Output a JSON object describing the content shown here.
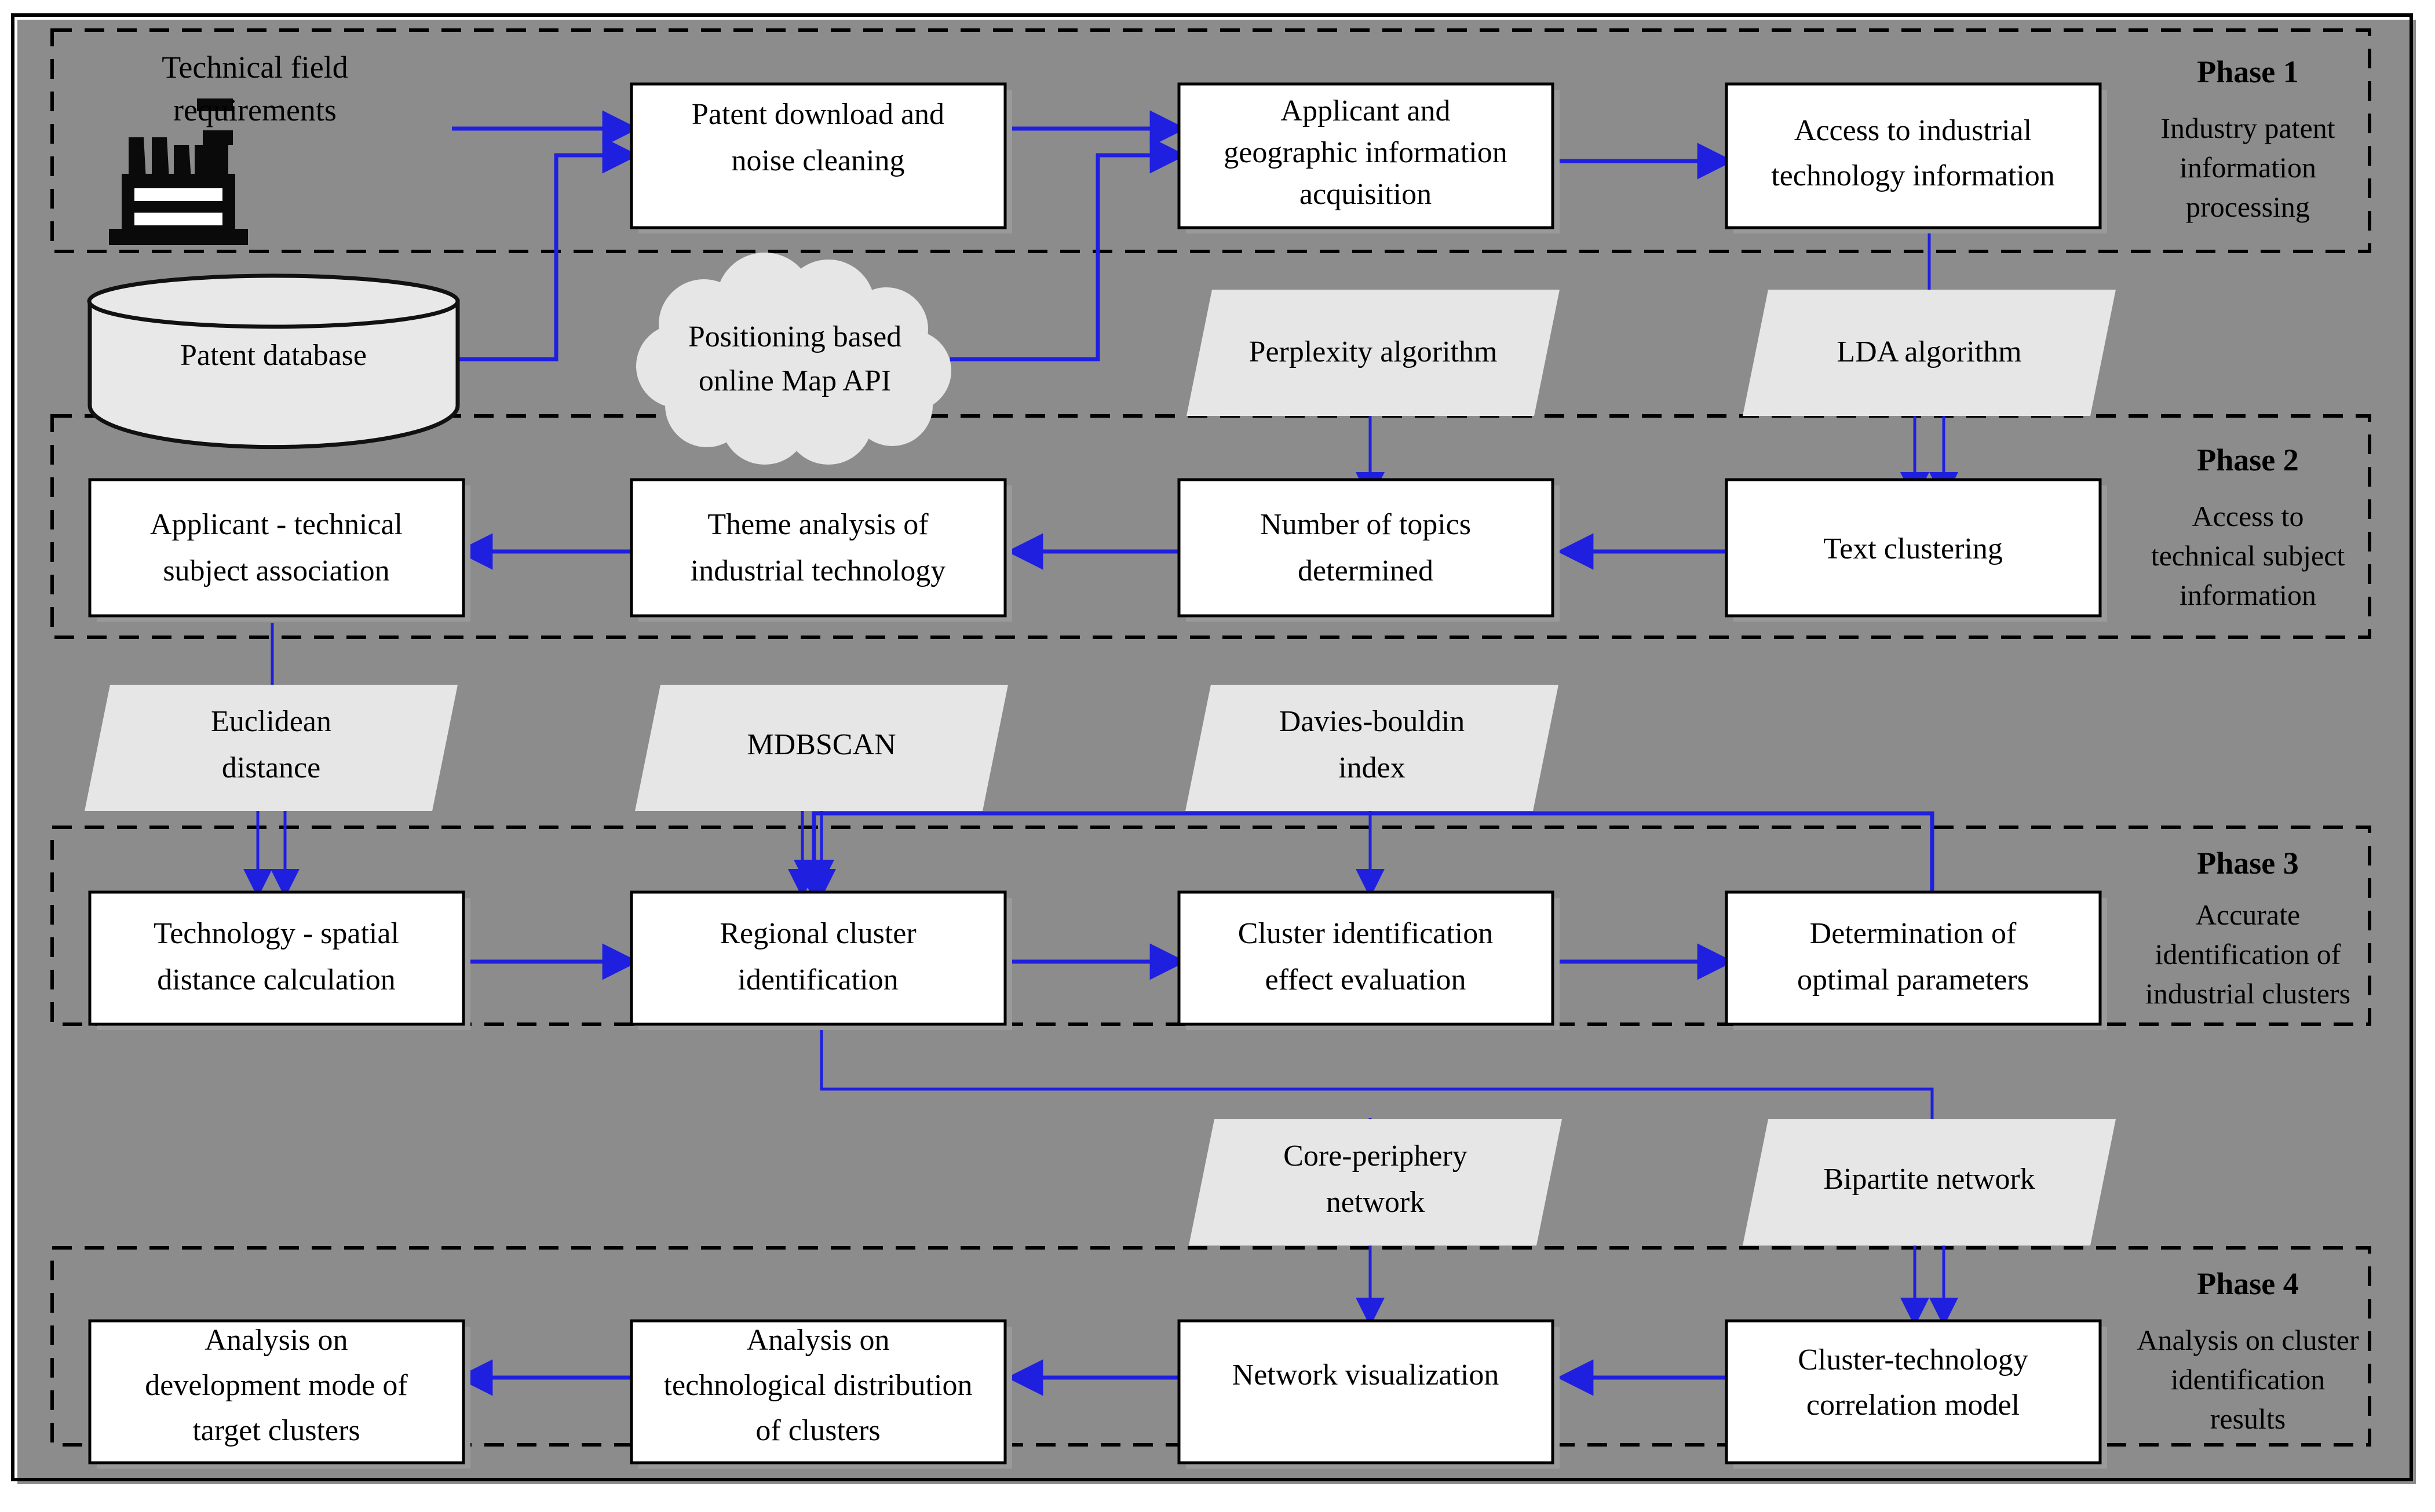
{
  "diagram": {
    "title": "Research framework flowchart for industrial cluster identification",
    "accent_color": "#1f1fe0",
    "shape_fill": "#e6e6e6",
    "box_fill": "#ffffff",
    "border_color": "#000000"
  },
  "phases": [
    {
      "id": "phase1",
      "title": "Phase 1",
      "subtitle": "Industry patent information processing"
    },
    {
      "id": "phase2",
      "title": "Phase 2",
      "subtitle": "Access to technical subject information"
    },
    {
      "id": "phase3",
      "title": "Phase 3",
      "subtitle": "Accurate identification of industrial clusters"
    },
    {
      "id": "phase4",
      "title": "Phase 4",
      "subtitle": "Analysis on cluster identification results"
    }
  ],
  "labels": {
    "technical_field_requirements": "Technical field requirements"
  },
  "nodes": {
    "row1": [
      {
        "id": "patent-download-noise-cleaning",
        "lines": [
          "Patent download and",
          "noise cleaning"
        ]
      },
      {
        "id": "applicant-geographic-information-acquisition",
        "lines": [
          "Applicant and",
          "geographic information",
          "acquisition"
        ]
      },
      {
        "id": "access-to-industrial-technology-information",
        "lines": [
          "Access to industrial",
          "technology information"
        ]
      }
    ],
    "row2_sources": [
      {
        "id": "patent-database",
        "shape": "cylinder",
        "lines": [
          "Patent database"
        ]
      },
      {
        "id": "positioning-based-online-map-api",
        "shape": "cloud",
        "lines": [
          "Positioning based",
          "online Map API"
        ]
      },
      {
        "id": "perplexity-algorithm",
        "shape": "parallelogram",
        "lines": [
          "Perplexity algorithm"
        ]
      },
      {
        "id": "lda-algorithm",
        "shape": "parallelogram",
        "lines": [
          "LDA algorithm"
        ]
      }
    ],
    "row3": [
      {
        "id": "applicant-technical-subject-association",
        "lines": [
          "Applicant - technical",
          "subject association"
        ]
      },
      {
        "id": "theme-analysis-of-industrial-technology",
        "lines": [
          "Theme analysis of",
          "industrial technology"
        ]
      },
      {
        "id": "number-of-topics-determined",
        "lines": [
          "Number of topics",
          "determined"
        ]
      },
      {
        "id": "text-clustering",
        "lines": [
          "Text clustering"
        ]
      }
    ],
    "row4_methods": [
      {
        "id": "euclidean-distance",
        "shape": "parallelogram",
        "lines": [
          "Euclidean",
          "distance"
        ]
      },
      {
        "id": "mdbscan",
        "shape": "parallelogram",
        "lines": [
          "MDBSCAN"
        ]
      },
      {
        "id": "davies-bouldin-index",
        "shape": "parallelogram",
        "lines": [
          "Davies-bouldin",
          "index"
        ]
      }
    ],
    "row5": [
      {
        "id": "technology-spatial-distance-calculation",
        "lines": [
          "Technology  - spatial",
          "distance calculation"
        ]
      },
      {
        "id": "regional-cluster-identification",
        "lines": [
          "Regional cluster",
          "identification"
        ]
      },
      {
        "id": "cluster-identification-effect-evaluation",
        "lines": [
          "Cluster identification",
          "effect evaluation"
        ]
      },
      {
        "id": "determination-of-optimal-parameters",
        "lines": [
          "Determination of",
          "optimal parameters"
        ]
      }
    ],
    "row6_methods": [
      {
        "id": "core-periphery-network",
        "shape": "parallelogram",
        "lines": [
          "Core-periphery",
          "network"
        ]
      },
      {
        "id": "bipartite-network",
        "shape": "parallelogram",
        "lines": [
          "Bipartite network"
        ]
      }
    ],
    "row7": [
      {
        "id": "analysis-on-development-mode-of-target-clusters",
        "lines": [
          "Analysis on",
          "development mode of",
          "target clusters"
        ]
      },
      {
        "id": "analysis-on-technological-distribution-of-clusters",
        "lines": [
          "Analysis on",
          "technological distribution",
          "of clusters"
        ]
      },
      {
        "id": "network-visualization",
        "lines": [
          "Network visualization"
        ]
      },
      {
        "id": "cluster-technology-correlation-model",
        "lines": [
          "Cluster-technology",
          "correlation model"
        ]
      }
    ]
  },
  "phase_subtitle_lines": {
    "phase1": [
      "Industry patent",
      "information",
      "processing"
    ],
    "phase2": [
      "Access to",
      "technical subject",
      "information"
    ],
    "phase3": [
      "Accurate",
      "identification of",
      "industrial clusters"
    ],
    "phase4": [
      "Analysis on cluster",
      "identification",
      "results"
    ]
  }
}
